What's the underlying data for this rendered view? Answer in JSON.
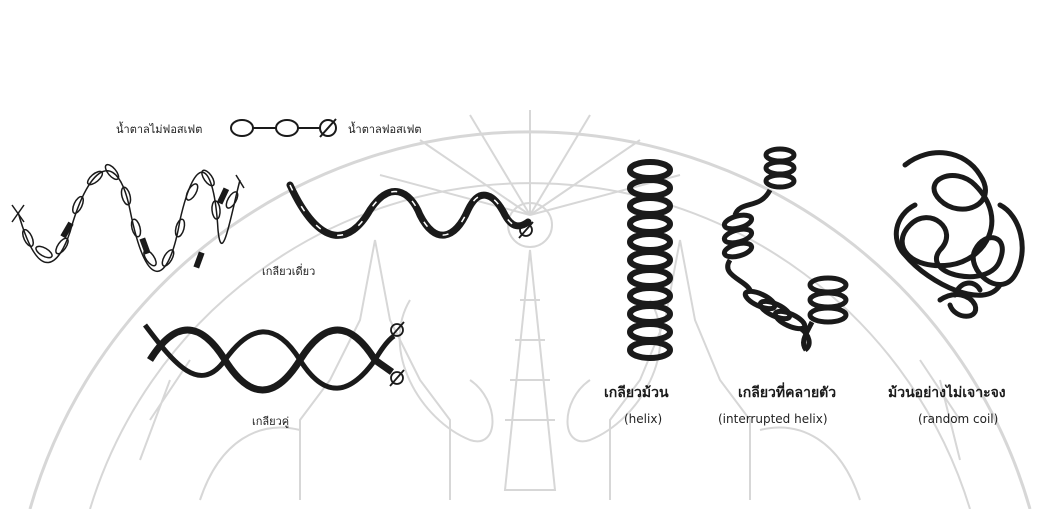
{
  "figure": {
    "labels": {
      "nonphosphorylated_sugar": "น้ำตาลไม่ฟอสเฟต",
      "phosphorylated_sugar": "น้ำตาลฟอสเฟต",
      "single_helix": "เกลียวเดี่ยว",
      "double_helix": "เกลียวคู่",
      "helix_th": "เกลียวม้วน",
      "helix_en": "(helix)",
      "interrupted_th": "เกลียวที่คลายตัว",
      "interrupted_en": "(interrupted helix)",
      "random_th": "ม้วนอย่างไม่เจาะจง",
      "random_en": "(random coil)"
    },
    "end_symbol": "ø",
    "colors": {
      "ink": "#1a1a1a",
      "watermark": "#d9d9d9"
    }
  }
}
